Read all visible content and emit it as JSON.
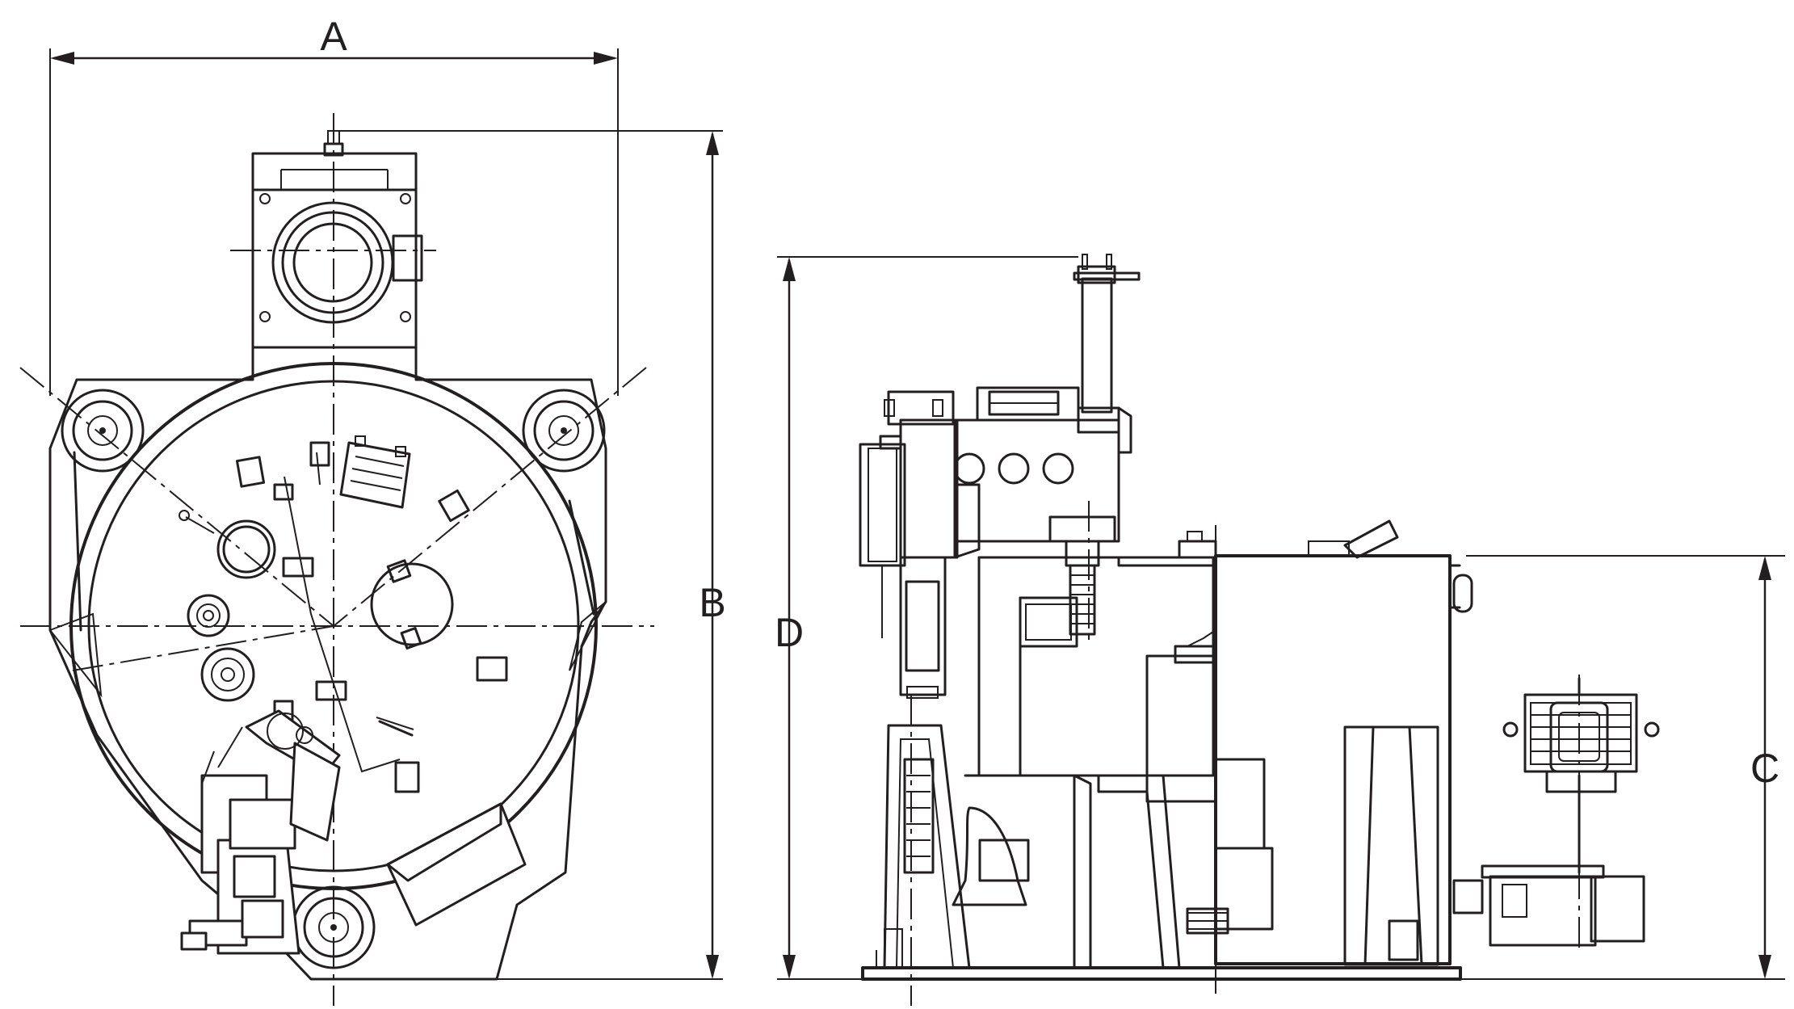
{
  "dimensions": {
    "a": "A",
    "b": "B",
    "c": "C",
    "d": "D"
  },
  "colors": {
    "line": "#231f20",
    "background": "#ffffff"
  }
}
